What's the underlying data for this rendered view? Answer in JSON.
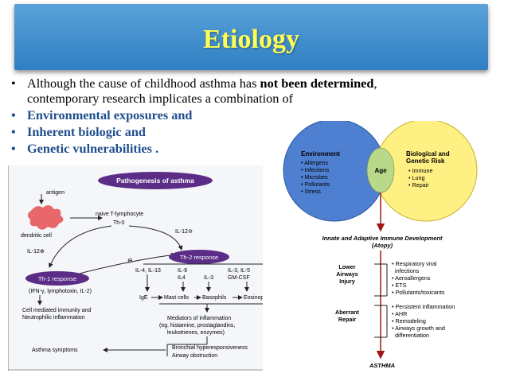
{
  "title": "Etiology",
  "bullets": {
    "b1_pre": "Although the cause of childhood asthma has ",
    "b1_bold": "not been determined",
    "b1_post": ",",
    "b1_line2": "contemporary research implicates a combination of",
    "b2": "Environmental  exposures and",
    "b3": "Inherent biologic and",
    "b4": "Genetic vulnerabilities .",
    "marker": "•"
  },
  "pathogenesis": {
    "header": "Pathogenesis of asthma",
    "antigen": "antigen",
    "naive": "naive T-lymphocyte",
    "th0": "Th-0",
    "dendritic": "dendritic cell",
    "il12_left": "IL-12⊕",
    "il12_right": "IL-12⊖",
    "minus": "⊖",
    "th1": "Th-1 response",
    "th2": "Th-2 response",
    "th1_mediators": "(IFN-γ, lymphotoxin, IL-2)",
    "il4_il13": "IL-4, IL-13",
    "il9_il4_a": "IL-9",
    "il9_il4_b": "IL4",
    "il3": "IL-3",
    "il3_il5_a": "IL-3, IL-5",
    "il3_il5_b": "GM-CSF",
    "ige": "IgE",
    "mast": "Mast cells",
    "basophils": "Basophils",
    "eosinophils": "Eosinophi",
    "cell_mediated_1": "Cell mediated immunity and",
    "cell_mediated_2": "Neutrophilic inflammation",
    "mediators_1": "Mediators of inflammation",
    "mediators_2": "(eg. histamine, prostaglandins,",
    "mediators_3": "leukotrienes, enzymes)",
    "symptoms": "Asthma symptoms",
    "bronchial": "Bronchial hyperesponsiveness",
    "airway": "Airway obstruction"
  },
  "venn": {
    "env_title": "Environment",
    "env_items": [
      "• Allergens",
      "• Infections",
      "• Microbes",
      "• Pollutants",
      "• Stress"
    ],
    "age": "Age",
    "bio_title_1": "Biological and",
    "bio_title_2": "Genetic Risk",
    "bio_items": [
      "• Immune",
      "• Lung",
      "• Repair"
    ],
    "innate_1": "Innate and Adaptive Immune Development",
    "innate_2": "(Atopy)",
    "lower_1": "Lower",
    "lower_2": "Airways",
    "lower_3": "Injury",
    "injury_items": [
      "• Respiratory viral",
      "  infections",
      "• Aeroallergens",
      "• ETS",
      "• Pollutants/toxicants"
    ],
    "aberrant_1": "Aberrant",
    "aberrant_2": "Repair",
    "repair_items": [
      "• Persistent inflammation",
      "• AHR",
      "• Remodeling",
      "• Airways growth and",
      "  differentiation"
    ],
    "asthma": "ASTHMA"
  },
  "colors": {
    "title_bar": "#3a8bcc",
    "title_text": "#ffff55",
    "bullet_blue": "#1f4e8c",
    "env_circle": "#4f7fd0",
    "bio_circle": "#ffef7a",
    "arrow_red": "#a31515",
    "th_ellipse": "#5b2d86"
  }
}
